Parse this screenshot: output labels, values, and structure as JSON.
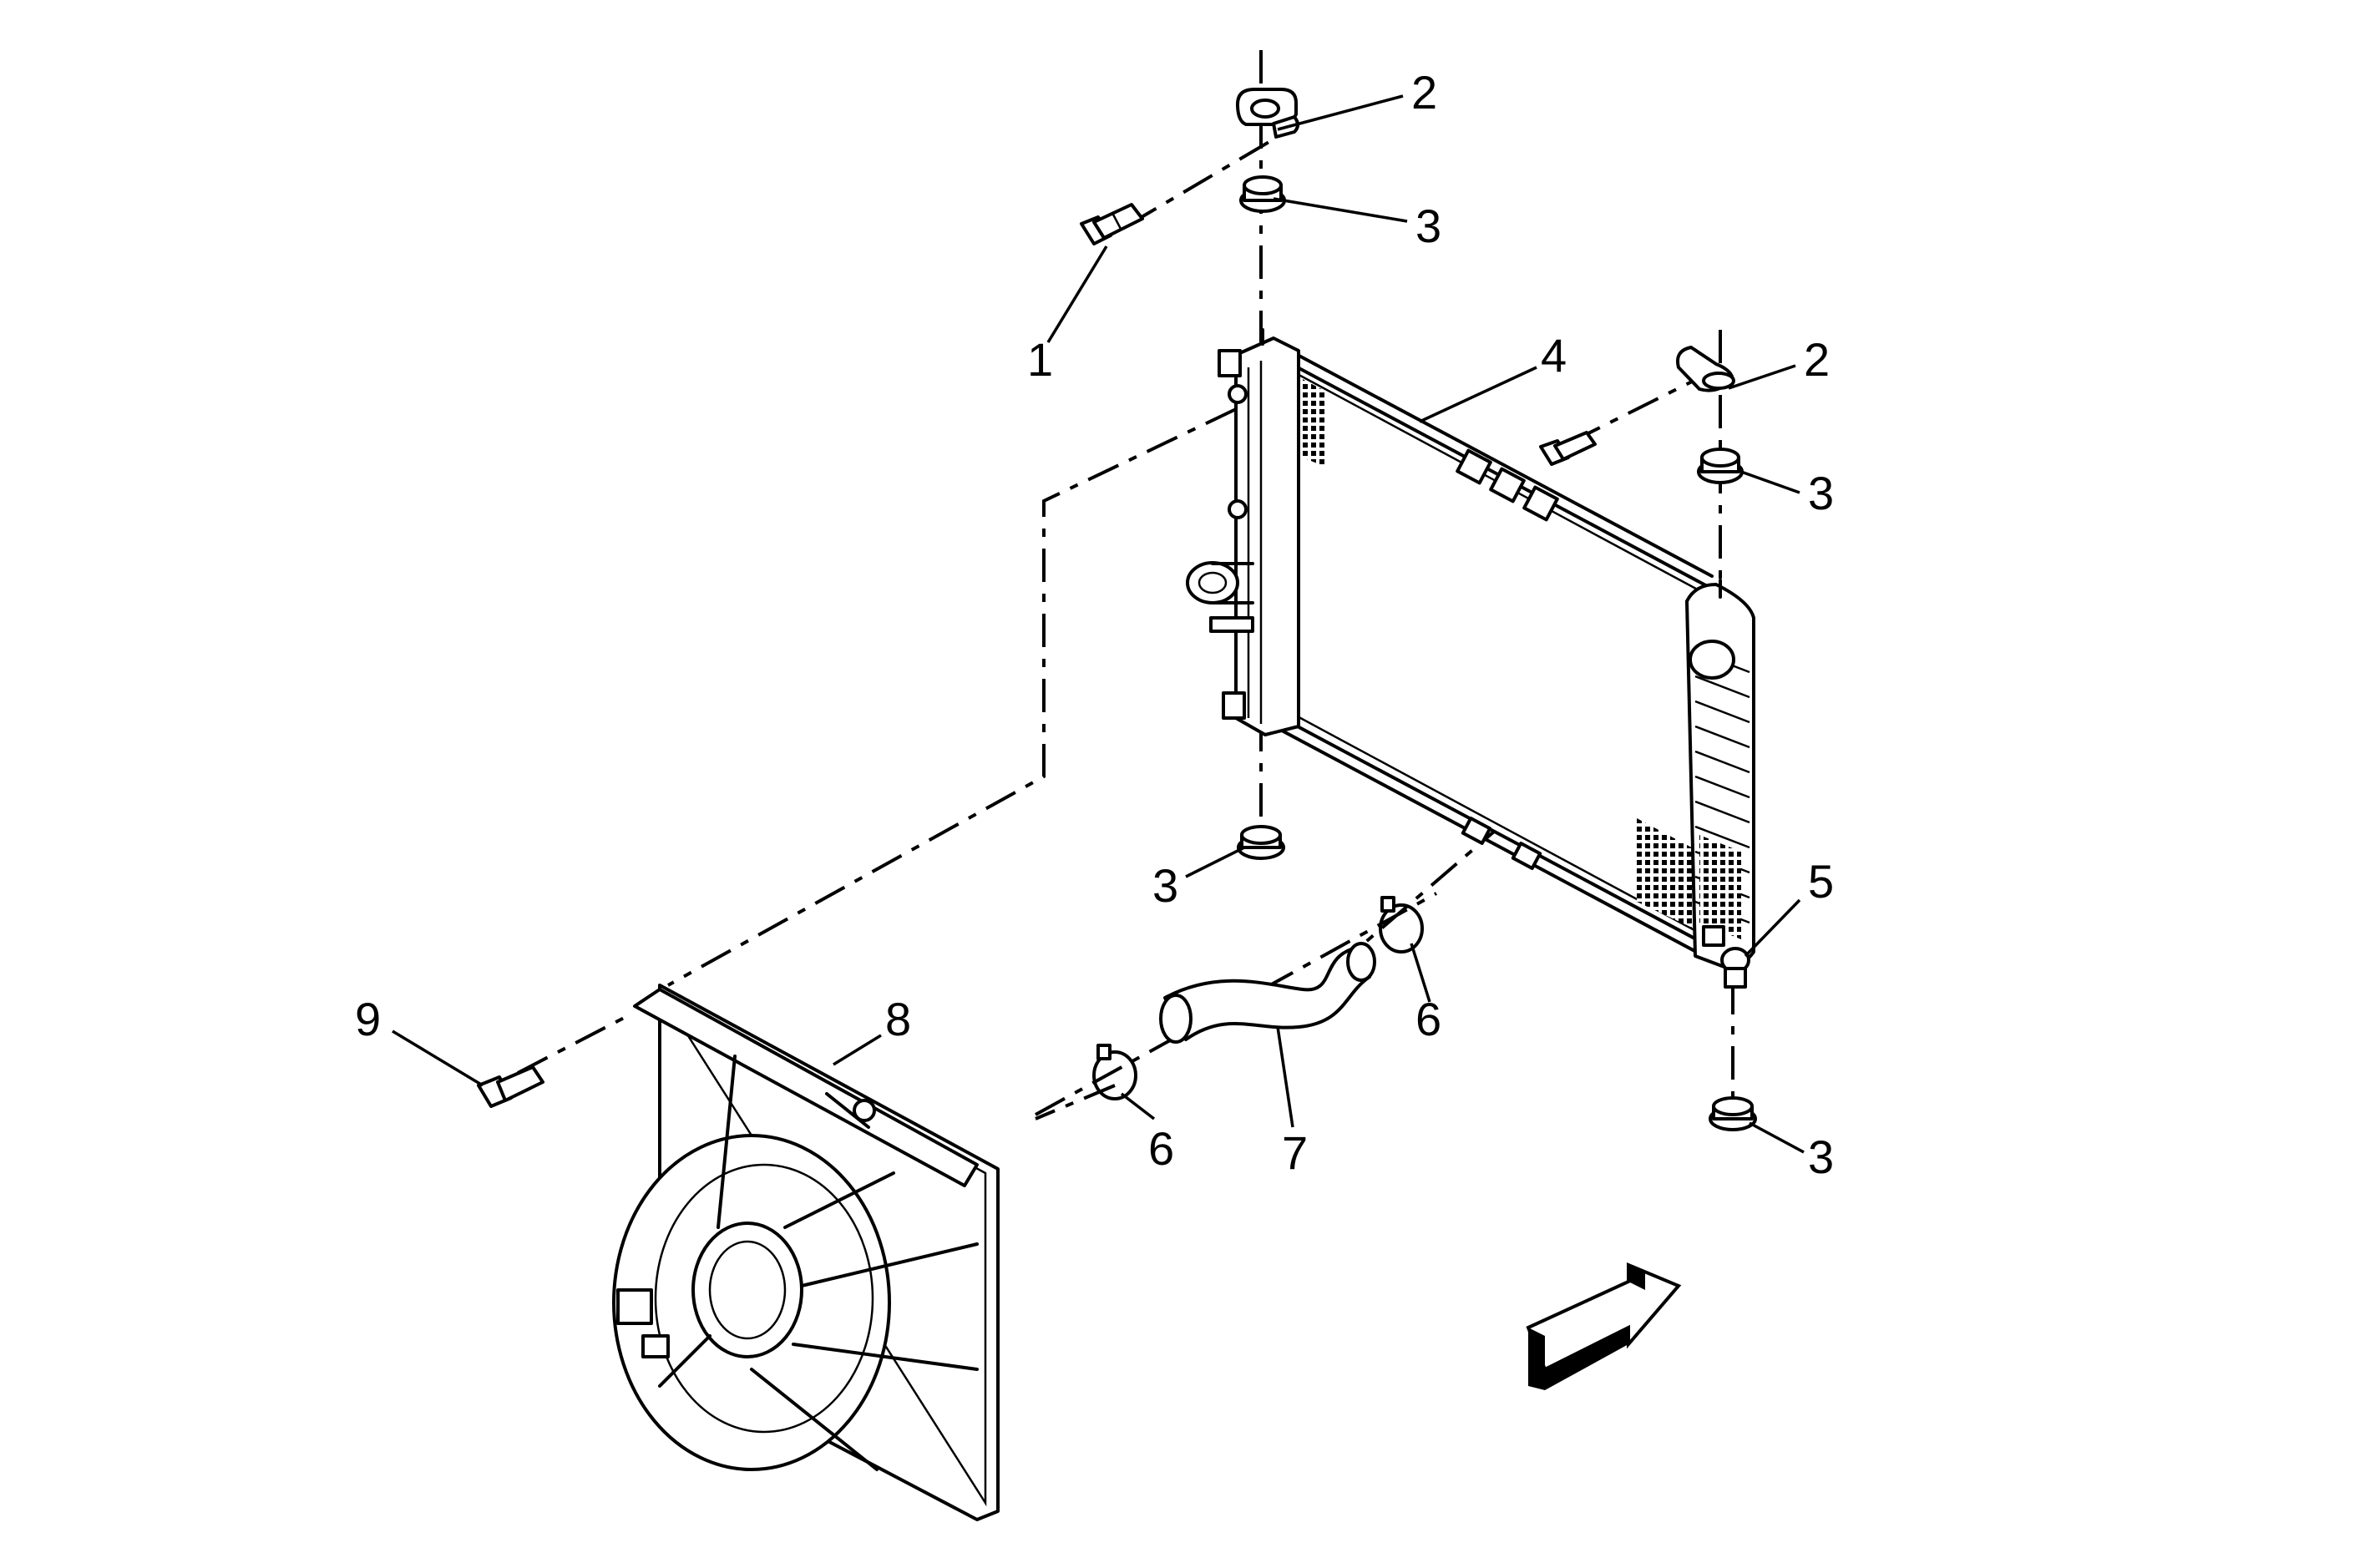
{
  "callouts": [
    {
      "id": "c1a",
      "label": "1"
    },
    {
      "id": "c2a",
      "label": "2"
    },
    {
      "id": "c2b",
      "label": "2"
    },
    {
      "id": "c3a",
      "label": "3"
    },
    {
      "id": "c3b",
      "label": "3"
    },
    {
      "id": "c3c",
      "label": "3"
    },
    {
      "id": "c3d",
      "label": "3"
    },
    {
      "id": "c4",
      "label": "4"
    },
    {
      "id": "c5",
      "label": "5"
    },
    {
      "id": "c6a",
      "label": "6"
    },
    {
      "id": "c6b",
      "label": "6"
    },
    {
      "id": "c7",
      "label": "7"
    },
    {
      "id": "c8",
      "label": "8"
    },
    {
      "id": "c9",
      "label": "9"
    }
  ],
  "icons": {
    "direction": "front-direction-arrow-icon"
  },
  "colors": {
    "line": "#000000",
    "background": "#ffffff"
  }
}
